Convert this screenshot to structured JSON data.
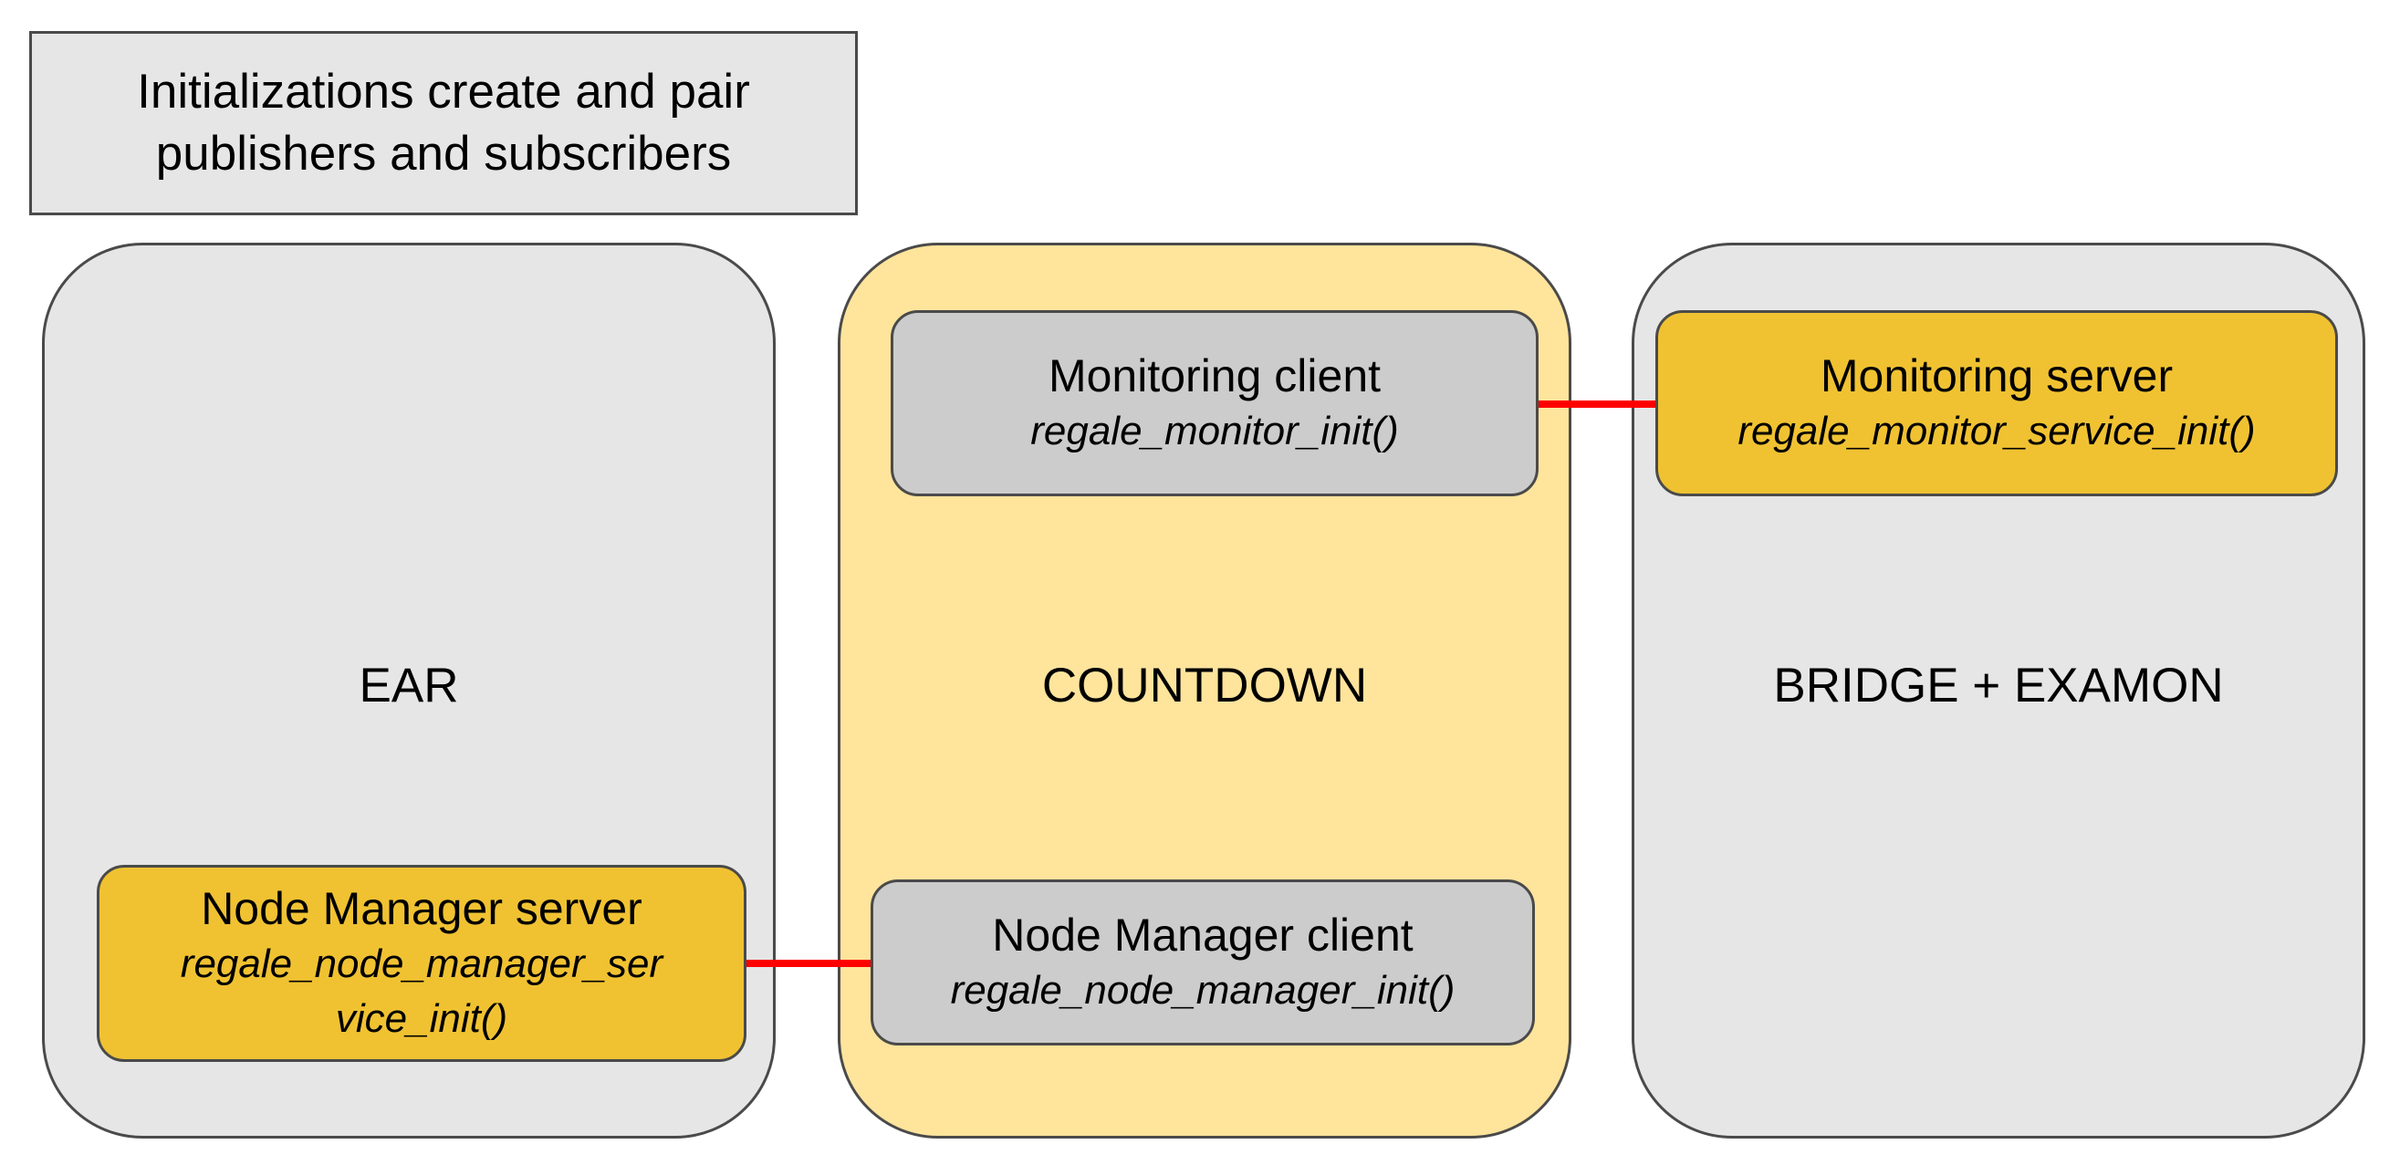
{
  "diagram": {
    "caption": {
      "line1": "Initializations create and pair",
      "line2": "publishers and subscribers"
    },
    "containers": [
      {
        "label": "EAR"
      },
      {
        "label": "COUNTDOWN"
      },
      {
        "label": "BRIDGE + EXAMON"
      }
    ],
    "nodes": {
      "monitoring_client": {
        "name": "Monitoring client",
        "function": "regale_monitor_init()"
      },
      "monitoring_server": {
        "name": "Monitoring server",
        "function": "regale_monitor_service_init()"
      },
      "node_manager_server": {
        "name": "Node Manager server",
        "function_line1": "regale_node_manager_ser",
        "function_line2": "vice_init()"
      },
      "node_manager_client": {
        "name": "Node Manager client",
        "function": "regale_node_manager_init()"
      }
    },
    "colors": {
      "container_grey": "#e6e6e6",
      "container_yellow": "#ffe49c",
      "node_grey": "#cccccc",
      "node_gold": "#f0c232",
      "connector": "#ff0000",
      "border": "#4a4a4a"
    }
  }
}
